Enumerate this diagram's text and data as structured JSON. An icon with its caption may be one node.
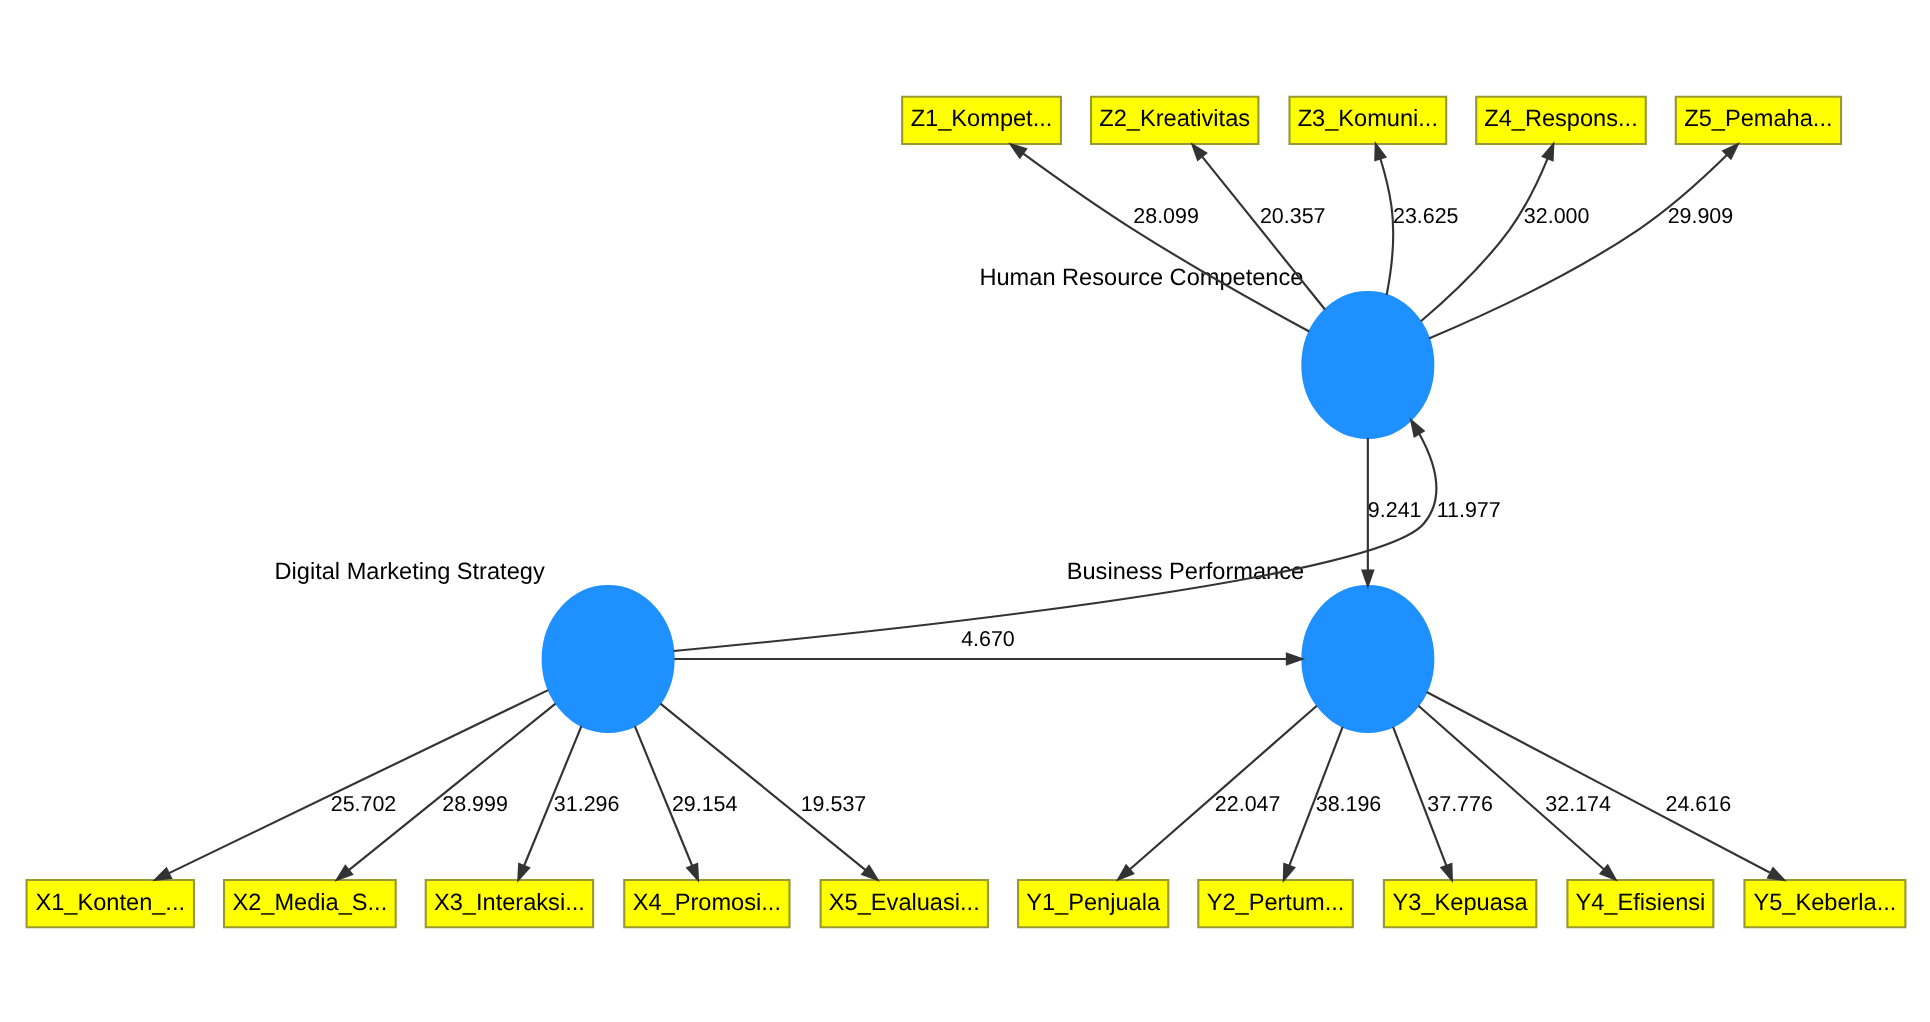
{
  "diagram": {
    "nodes": [
      {
        "text": [
          "Z1_Kompet..."
        ]
      },
      {
        "text": [
          "Z2_Kreativitas"
        ]
      },
      {
        "text": [
          "Z3_Komuni..."
        ]
      },
      {
        "text": [
          "Z4_Respons..."
        ]
      },
      {
        "text": [
          "Z5_Pemaha..."
        ]
      },
      {
        "text": [
          "Human Resource Competence"
        ]
      },
      {
        "text": [
          "X1_Konten_..."
        ]
      },
      {
        "text": [
          "X2_Media_S..."
        ]
      },
      {
        "text": [
          "X3_Interaksi..."
        ]
      },
      {
        "text": [
          "X4_Promosi..."
        ]
      },
      {
        "text": [
          "X5_Evaluasi..."
        ]
      },
      {
        "text": [
          "Digital Marketing Strategy"
        ]
      },
      {
        "text": [
          "Business Performance"
        ]
      },
      {
        "text": [
          "Y1_Penjuala"
        ]
      },
      {
        "text": [
          "Y2_Pertum..."
        ]
      },
      {
        "text": [
          "Y3_Kepuasa"
        ]
      },
      {
        "text": [
          "Y4_Efisiensi"
        ]
      },
      {
        "text": [
          "Y5_Keberla..."
        ]
      }
    ],
    "edges": [
      {
        "from": 5,
        "to": 0,
        "arrow": "to",
        "label": "28.099"
      },
      {
        "from": 5,
        "to": 1,
        "arrow": "to",
        "label": "20.357"
      },
      {
        "from": 5,
        "to": 2,
        "arrow": "to",
        "label": "23.625"
      },
      {
        "from": 5,
        "to": 3,
        "arrow": "to",
        "label": "32.000"
      },
      {
        "from": 5,
        "to": 4,
        "arrow": "to",
        "label": "29.909"
      },
      {
        "from": 11,
        "to": 5,
        "arrow": "to",
        "label": "11.977"
      },
      {
        "from": 5,
        "to": 12,
        "arrow": "to",
        "label": "9.241"
      },
      {
        "from": 11,
        "to": 6,
        "arrow": "to",
        "label": "25.702"
      },
      {
        "from": 11,
        "to": 7,
        "arrow": "to",
        "label": "28.999"
      },
      {
        "from": 11,
        "to": 8,
        "arrow": "to",
        "label": "31.296"
      },
      {
        "from": 11,
        "to": 9,
        "arrow": "to",
        "label": "29.154"
      },
      {
        "from": 11,
        "to": 10,
        "arrow": "to",
        "label": "19.537"
      },
      {
        "from": 11,
        "to": 12,
        "arrow": "to",
        "label": "4.670"
      },
      {
        "from": 12,
        "to": 13,
        "arrow": "to",
        "label": "22.047"
      },
      {
        "from": 12,
        "to": 14,
        "arrow": "to",
        "label": "38.196"
      },
      {
        "from": 12,
        "to": 15,
        "arrow": "to",
        "label": "37.776"
      },
      {
        "from": 12,
        "to": 16,
        "arrow": "to",
        "label": "32.174"
      },
      {
        "from": 12,
        "to": 17,
        "arrow": "to",
        "label": "24.616"
      }
    ]
  }
}
